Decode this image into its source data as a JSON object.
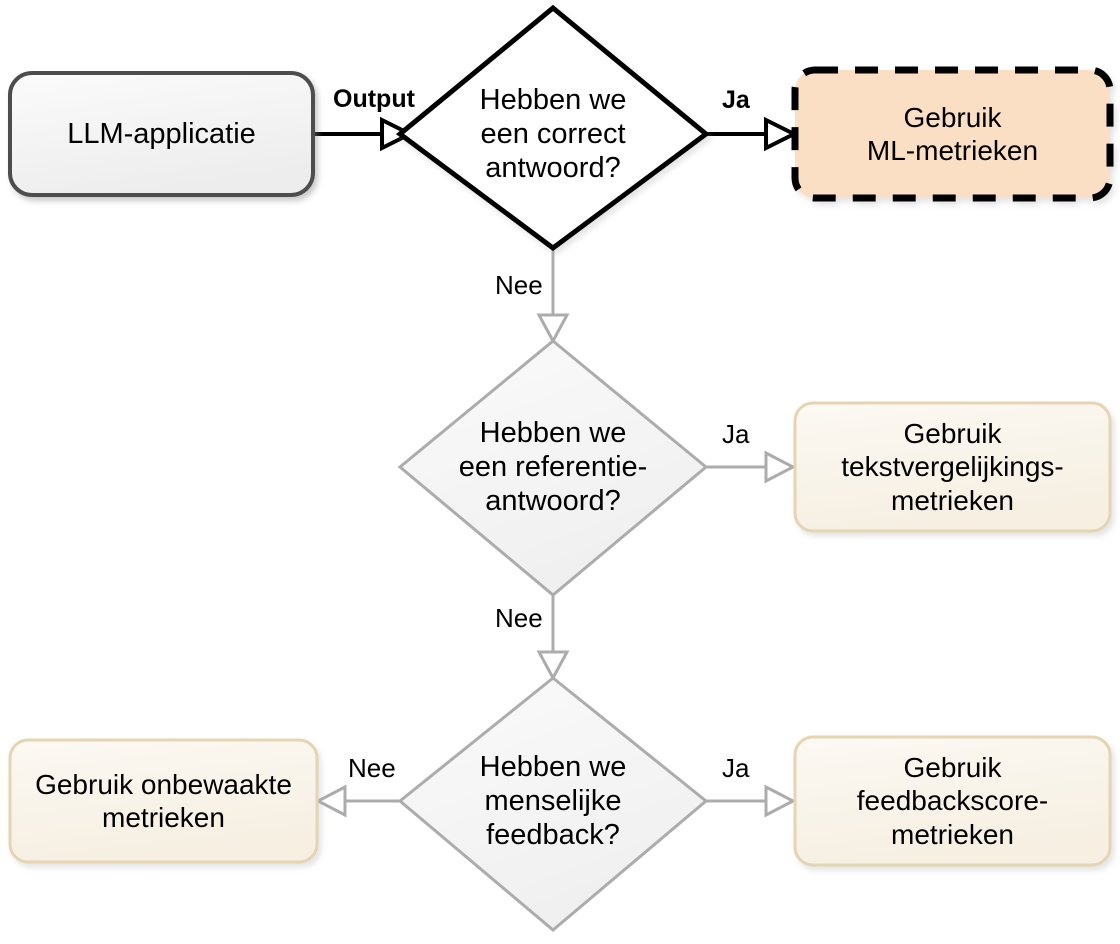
{
  "diagram": {
    "title": "LLM evaluatie-metriek beslisboom",
    "language": "nl",
    "background": "#ffffff"
  },
  "nodes": {
    "llm_app": {
      "label": "LLM-applicatie",
      "shape": "rounded-rectangle",
      "fill": "#F2F2F2",
      "stroke": "#4D4D4D",
      "stroke_style": "solid"
    },
    "decision_correct": {
      "label": "Hebben we\neen correct\nantwoord?",
      "shape": "diamond",
      "fill": "#FFFFFF",
      "stroke": "#000000",
      "stroke_style": "solid"
    },
    "ml_metrics": {
      "label": "Gebruik\nML-metrieken",
      "shape": "rounded-rectangle",
      "fill": "#FBDFC4",
      "stroke": "#000000",
      "stroke_style": "dashed"
    },
    "decision_reference": {
      "label": "Hebben we\neen referentie-\nantwoord?",
      "shape": "diamond",
      "fill": "#F4F4F4",
      "stroke": "#ACACAC",
      "stroke_style": "solid"
    },
    "text_similarity_metrics": {
      "label": "Gebruik\ntekstvergelijkings-\nmetrieken",
      "shape": "rounded-rectangle",
      "fill": "#FAF5EC",
      "stroke": "#E5D5B3",
      "stroke_style": "solid"
    },
    "decision_feedback": {
      "label": "Hebben we\nmenselijke\nfeedback?",
      "shape": "diamond",
      "fill": "#F4F4F4",
      "stroke": "#ACACAC",
      "stroke_style": "solid"
    },
    "unsupervised_metrics": {
      "label": "Gebruik onbewaakte\nmetrieken",
      "shape": "rounded-rectangle",
      "fill": "#FAF5EC",
      "stroke": "#E5D5B3",
      "stroke_style": "solid"
    },
    "feedback_score_metrics": {
      "label": "Gebruik\nfeedbackscore-\nmetrieken",
      "shape": "rounded-rectangle",
      "fill": "#FAF5EC",
      "stroke": "#E5D5B3",
      "stroke_style": "solid"
    }
  },
  "edges": {
    "output": {
      "label": "Output",
      "from": "llm_app",
      "to": "decision_correct",
      "emphasis": "bold",
      "color": "#000000"
    },
    "correct_yes": {
      "label": "Ja",
      "from": "decision_correct",
      "to": "ml_metrics",
      "emphasis": "bold",
      "color": "#000000"
    },
    "correct_no": {
      "label": "Nee",
      "from": "decision_correct",
      "to": "decision_reference",
      "emphasis": "normal",
      "color": "#ACACAC"
    },
    "reference_yes": {
      "label": "Ja",
      "from": "decision_reference",
      "to": "text_similarity_metrics",
      "emphasis": "normal",
      "color": "#ACACAC"
    },
    "reference_no": {
      "label": "Nee",
      "from": "decision_reference",
      "to": "decision_feedback",
      "emphasis": "normal",
      "color": "#ACACAC"
    },
    "feedback_yes": {
      "label": "Ja",
      "from": "decision_feedback",
      "to": "feedback_score_metrics",
      "emphasis": "normal",
      "color": "#ACACAC"
    },
    "feedback_no": {
      "label": "Nee",
      "from": "decision_feedback",
      "to": "unsupervised_metrics",
      "emphasis": "normal",
      "color": "#ACACAC"
    }
  }
}
